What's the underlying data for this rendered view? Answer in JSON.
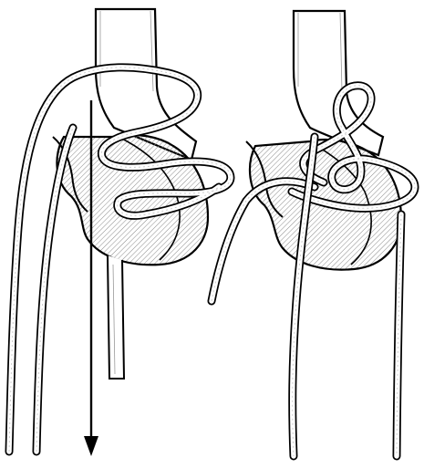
{
  "diagram": {
    "kind": "knot-illustration",
    "panels": [
      {
        "id": "left",
        "label": "",
        "shows_pull_arrow": true
      },
      {
        "id": "right",
        "label": "",
        "shows_pull_arrow": false
      }
    ],
    "colors": {
      "ink": "#000000",
      "paper": "#ffffff",
      "hatch": "#8a8a8a"
    },
    "icons": [
      "strap",
      "hook",
      "rope",
      "pull-arrow"
    ]
  }
}
